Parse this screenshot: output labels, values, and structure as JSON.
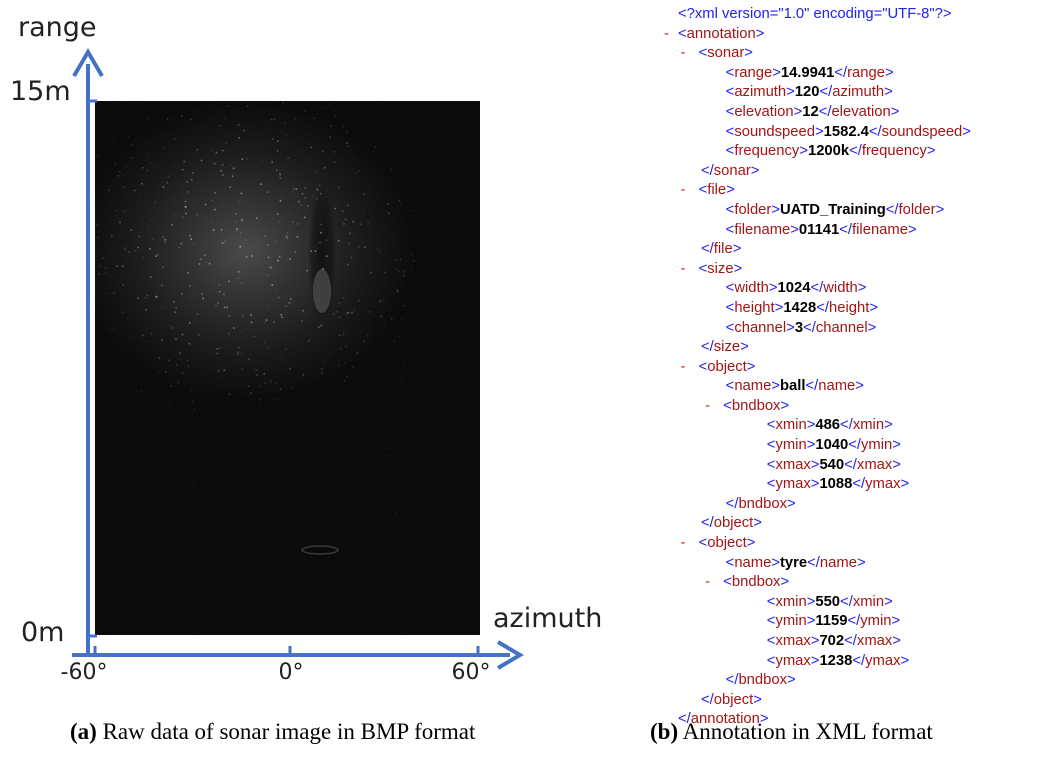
{
  "left_panel": {
    "y_axis_title": "range",
    "y_top_label": "15m",
    "y_bottom_label": "0m",
    "x_axis_title": "azimuth",
    "x_ticks": [
      "-60°",
      "0°",
      "60°"
    ],
    "axis_color": "#4472c4"
  },
  "xml": {
    "declaration": "<?xml version=\"1.0\" encoding=\"UTF-8\"?>",
    "root": "annotation",
    "sonar": {
      "range": "14.9941",
      "azimuth": "120",
      "elevation": "12",
      "soundspeed": "1582.4",
      "frequency": "1200k"
    },
    "file": {
      "folder": "UATD_Training",
      "filename": "01141"
    },
    "size": {
      "width": "1024",
      "height": "1428",
      "channel": "3"
    },
    "objects": [
      {
        "name": "ball",
        "xmin": "486",
        "ymin": "1040",
        "xmax": "540",
        "ymax": "1088"
      },
      {
        "name": "tyre",
        "xmin": "550",
        "ymin": "1159",
        "xmax": "702",
        "ymax": "1238"
      }
    ],
    "colors": {
      "tag": "#2222ee",
      "name": "#a31515",
      "value": "#000000",
      "collapse": "#d02020"
    }
  },
  "captions": {
    "a_label": "(a)",
    "a_text": " Raw data of sonar image in BMP format",
    "b_label": "(b)",
    "b_text": " Annotation in XML format"
  }
}
